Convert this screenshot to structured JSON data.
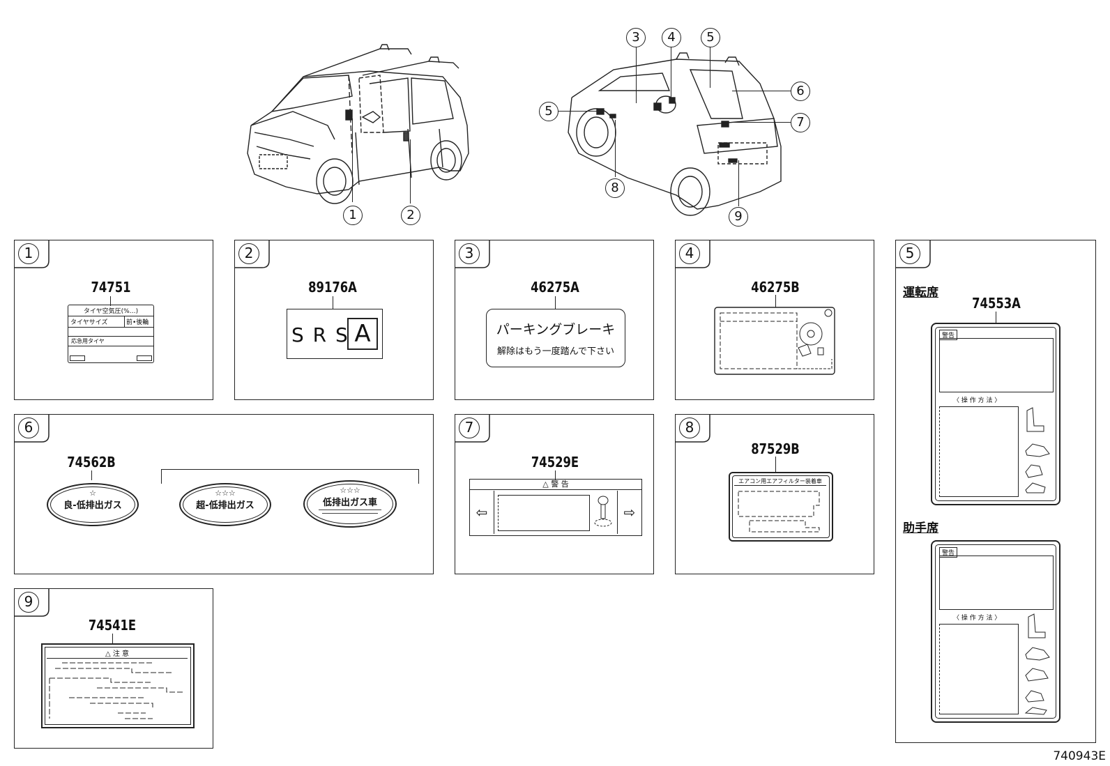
{
  "figure_id": "740943E",
  "callouts": {
    "left_vehicle": [
      "1",
      "2"
    ],
    "right_vehicle": [
      "3",
      "4",
      "5",
      "5",
      "6",
      "7",
      "8",
      "9"
    ]
  },
  "panels": [
    {
      "num": "1",
      "part": "74751",
      "label_text": [
        "タイヤ空気圧(%…)",
        "タイヤサイズ",
        "前•後輪",
        "応急用タイヤ"
      ]
    },
    {
      "num": "2",
      "part": "89176A",
      "label_text": [
        "S R S",
        "A"
      ]
    },
    {
      "num": "3",
      "part": "46275A",
      "label_text": [
        "パーキングブレーキ",
        "解除はもう一度踏んで下さい"
      ]
    },
    {
      "num": "4",
      "part": "46275B"
    },
    {
      "num": "5",
      "driver_heading": "運転席",
      "driver_part": "74553A",
      "driver_label_title": "警告",
      "driver_label_method": "〈 操 作 方 法 〉",
      "passenger_heading": "助手席",
      "passenger_label_title": "警告",
      "passenger_label_method": "〈 操 作 方 法 〉"
    },
    {
      "num": "6",
      "part": "74562B",
      "badges": [
        "良-低排出ガス",
        "超-低排出ガス",
        "低排出ガス車"
      ]
    },
    {
      "num": "7",
      "part": "74529E",
      "label_title": "△ 警 告"
    },
    {
      "num": "8",
      "part": "87529B",
      "label_title": "エアコン用エアフィルター装着車"
    },
    {
      "num": "9",
      "part": "74541E",
      "label_title": "△ 注 意"
    }
  ]
}
